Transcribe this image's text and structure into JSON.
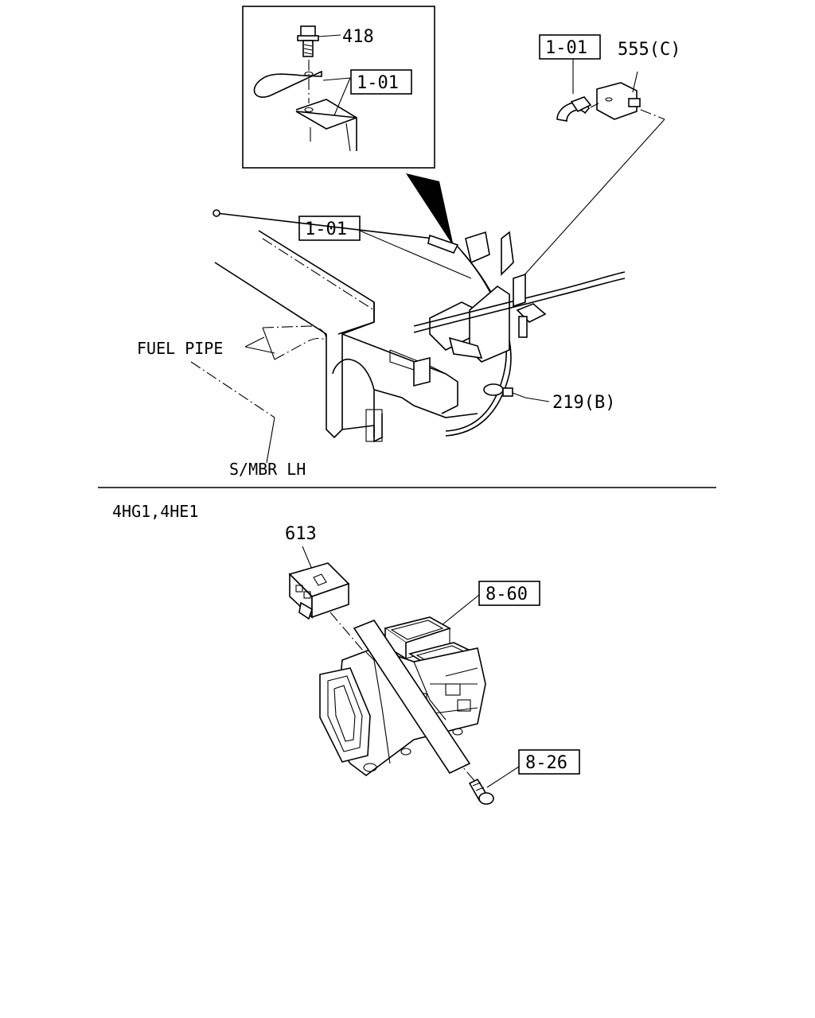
{
  "top": {
    "detail_labels": {
      "bolt": "418",
      "bracket_ref": "1-01"
    },
    "labels": {
      "ref_top_right": "1-01",
      "clip": "555(C)",
      "ref_mid": "1-01",
      "fuel_pipe": "FUEL PIPE",
      "clamp": "219(B)",
      "side_member": "S/MBR LH"
    }
  },
  "bottom": {
    "variant": "4HG1,4HE1",
    "labels": {
      "unit": "613",
      "duct_ref": "8-60",
      "bolt_ref": "8-26"
    }
  }
}
